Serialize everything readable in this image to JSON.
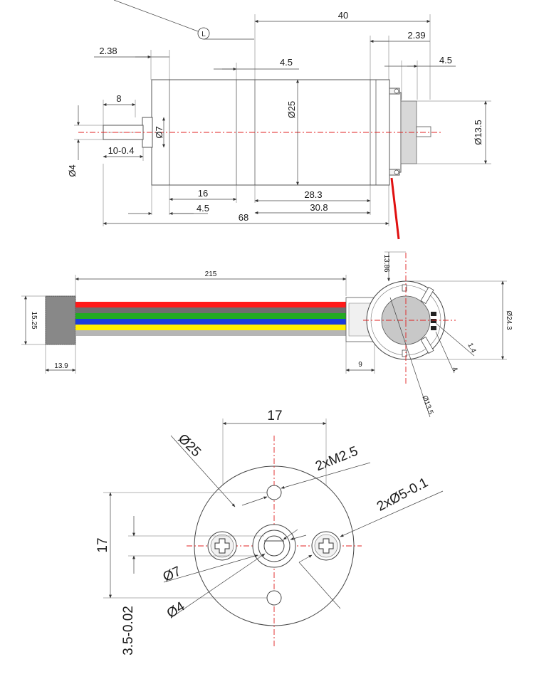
{
  "side_view": {
    "label_l": "L",
    "d_40": "40",
    "d_2_39": "2.39",
    "d_2_38": "2.38",
    "d_4_5_top": "4.5",
    "d_4_5_right": "4.5",
    "d_8": "8",
    "d_phi7": "Ø7",
    "d_10_04": "10-0.4",
    "d_phi4": "Ø4",
    "d_phi25": "Ø25",
    "d_phi13_5": "Ø13.5",
    "d_16": "16",
    "d_4_5_bottom": "4.5",
    "d_28_3": "28.3",
    "d_30_8": "30.8",
    "d_68": "68"
  },
  "cable_view": {
    "d_215": "215",
    "d_13_86": "13.86",
    "d_15_25": "15.25",
    "d_13_9": "13.9",
    "d_9": "9",
    "d_phi24_3": "Ø24.3",
    "d_1_4": "1.4",
    "d_4": "4",
    "d_phi13_5": "Ø13.5",
    "wire_colors": [
      "#ff1a1a",
      "#6e6e6e",
      "#22aa22",
      "#1a3bdd",
      "#ffee00",
      "#b5b5b5"
    ]
  },
  "front_view": {
    "d_17_top": "17",
    "d_phi25": "Ø25",
    "d_2xm2_5": "2xM2.5",
    "d_2xphi5": "2xØ5-0.1",
    "d_17_left": "17",
    "d_phi7": "Ø7",
    "d_phi4": "Ø4",
    "d_3_5": "3.5-0.02"
  }
}
